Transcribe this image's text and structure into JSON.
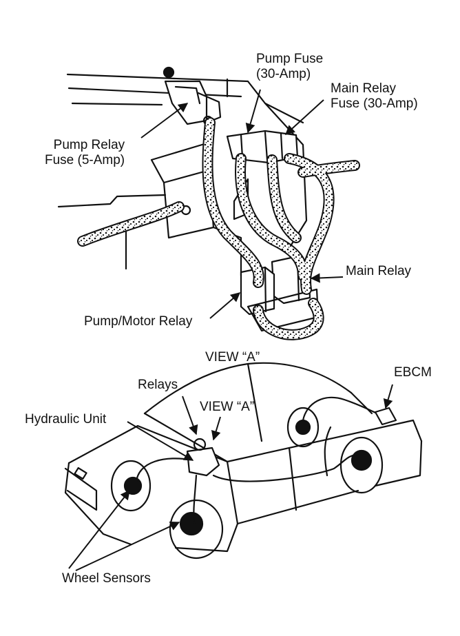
{
  "top_view": {
    "pump_fuse": {
      "line1": "Pump Fuse",
      "line2": "(30-Amp)"
    },
    "main_relay_fuse": {
      "line1": "Main Relay",
      "line2": "Fuse (30-Amp)"
    },
    "pump_relay_fuse": {
      "line1": "Pump Relay",
      "line2": "Fuse (5-Amp)"
    },
    "main_relay": "Main Relay",
    "pump_motor_relay": "Pump/Motor Relay",
    "view_caption": "VIEW “A”"
  },
  "car_view": {
    "relays": "Relays",
    "view_a": "VIEW “A”",
    "ebcm": "EBCM",
    "hydraulic_unit": "Hydraulic Unit",
    "wheel_sensors": "Wheel Sensors"
  },
  "colors": {
    "ink": "#111111",
    "paper": "#ffffff"
  }
}
